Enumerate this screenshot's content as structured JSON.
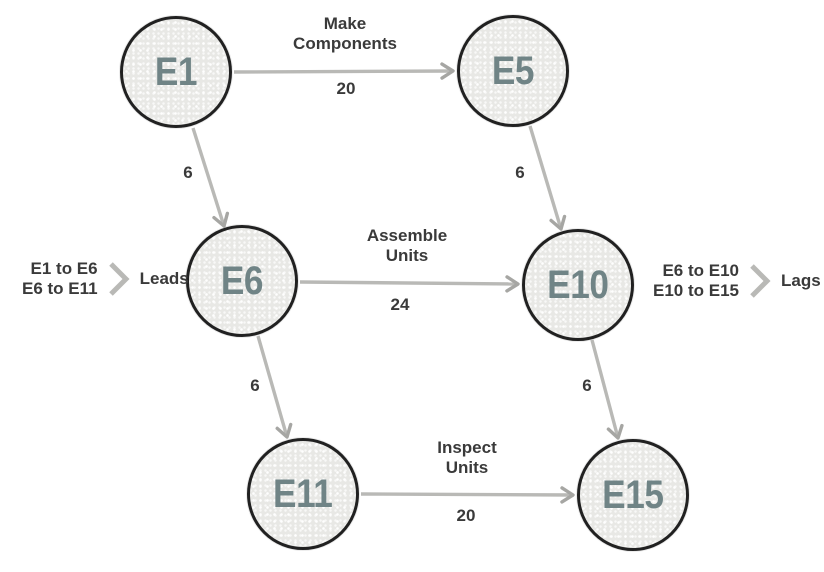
{
  "diagram": {
    "type": "activity-on-arrow network",
    "nodes": {
      "e1": {
        "label": "E1"
      },
      "e5": {
        "label": "E5"
      },
      "e6": {
        "label": "E6"
      },
      "e10": {
        "label": "E10"
      },
      "e11": {
        "label": "E11"
      },
      "e15": {
        "label": "E15"
      }
    },
    "edges": {
      "e1_e5": {
        "from": "E1",
        "to": "E5",
        "activity": "Make Components",
        "duration": "20"
      },
      "e1_e6": {
        "from": "E1",
        "to": "E6",
        "duration": "6"
      },
      "e5_e10": {
        "from": "E5",
        "to": "E10",
        "duration": "6"
      },
      "e6_e10": {
        "from": "E6",
        "to": "E10",
        "activity": "Assemble Units",
        "duration": "24"
      },
      "e6_e11": {
        "from": "E6",
        "to": "E11",
        "duration": "6"
      },
      "e10_e15": {
        "from": "E10",
        "to": "E15",
        "duration": "6"
      },
      "e11_e15": {
        "from": "E11",
        "to": "E15",
        "activity": "Inspect Units",
        "duration": "20"
      }
    },
    "annotations": {
      "leads": {
        "line1": "E1 to E6",
        "line2": "E6 to E11",
        "label": "Leads"
      },
      "lags": {
        "line1": "E6 to E10",
        "line2": "E10 to E15",
        "label": "Lags"
      }
    },
    "colors": {
      "node_fill": "#e8e8e5",
      "node_border": "#212121",
      "node_text": "#708486",
      "edge_line": "#b9b9b6",
      "arrowhead": "#a6a6a3",
      "label_text": "#3a3a3a",
      "chevron": "#b9b9b6",
      "background": "#ffffff"
    }
  }
}
